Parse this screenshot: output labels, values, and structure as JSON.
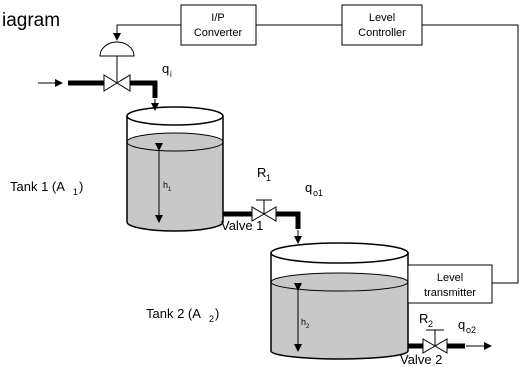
{
  "title": "iagram",
  "blocks": {
    "ip_converter": {
      "line1": "I/P",
      "line2": "Converter"
    },
    "level_controller": {
      "line1": "Level",
      "line2": "Controller"
    },
    "level_transmitter": {
      "line1": "Level",
      "line2": "transmitter"
    }
  },
  "flows": {
    "qi": {
      "base": "q",
      "sub": "i"
    },
    "qo1": {
      "base": "q",
      "sub": "o1"
    },
    "qo2": {
      "base": "q",
      "sub": "o2"
    }
  },
  "resistances": {
    "r1": {
      "base": "R",
      "sub": "1"
    },
    "r2": {
      "base": "R",
      "sub": "2"
    }
  },
  "tanks": {
    "tank1": {
      "label": "Tank 1 (A",
      "area_sub": "1",
      "close": ")",
      "height_base": "h",
      "height_sub": "1"
    },
    "tank2": {
      "label": "Tank 2 (A",
      "area_sub": "2",
      "close": ")",
      "height_base": "h",
      "height_sub": "2"
    }
  },
  "valves": {
    "valve1": "Valve 1",
    "valve2": "Valve 2"
  },
  "colors": {
    "liquid": "#c8c8c8",
    "stroke": "#000000",
    "block_fill": "#ffffff"
  }
}
